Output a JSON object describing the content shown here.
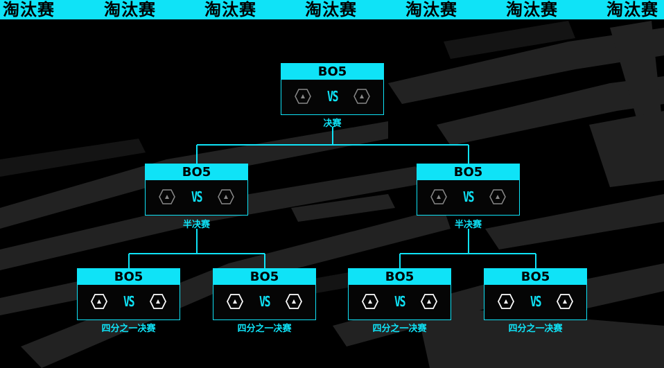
{
  "banner": {
    "words": [
      "淘汰赛",
      "淘汰赛",
      "淘汰赛",
      "淘汰赛",
      "淘汰赛",
      "淘汰赛",
      "淘汰赛"
    ]
  },
  "colors": {
    "accent": "#0fe3f7",
    "background": "#000000"
  },
  "bracket": {
    "final": {
      "format": "BO5",
      "vs": "VS",
      "round": "决赛",
      "team_left_icon": "hexagon-team-icon",
      "team_right_icon": "hexagon-team-icon"
    },
    "semifinals": [
      {
        "format": "BO5",
        "vs": "VS",
        "round": "半决赛"
      },
      {
        "format": "BO5",
        "vs": "VS",
        "round": "半决赛"
      }
    ],
    "quarterfinals": [
      {
        "format": "BO5",
        "vs": "VS",
        "round": "四分之一决赛"
      },
      {
        "format": "BO5",
        "vs": "VS",
        "round": "四分之一决赛"
      },
      {
        "format": "BO5",
        "vs": "VS",
        "round": "四分之一决赛"
      },
      {
        "format": "BO5",
        "vs": "VS",
        "round": "四分之一决赛"
      }
    ]
  }
}
